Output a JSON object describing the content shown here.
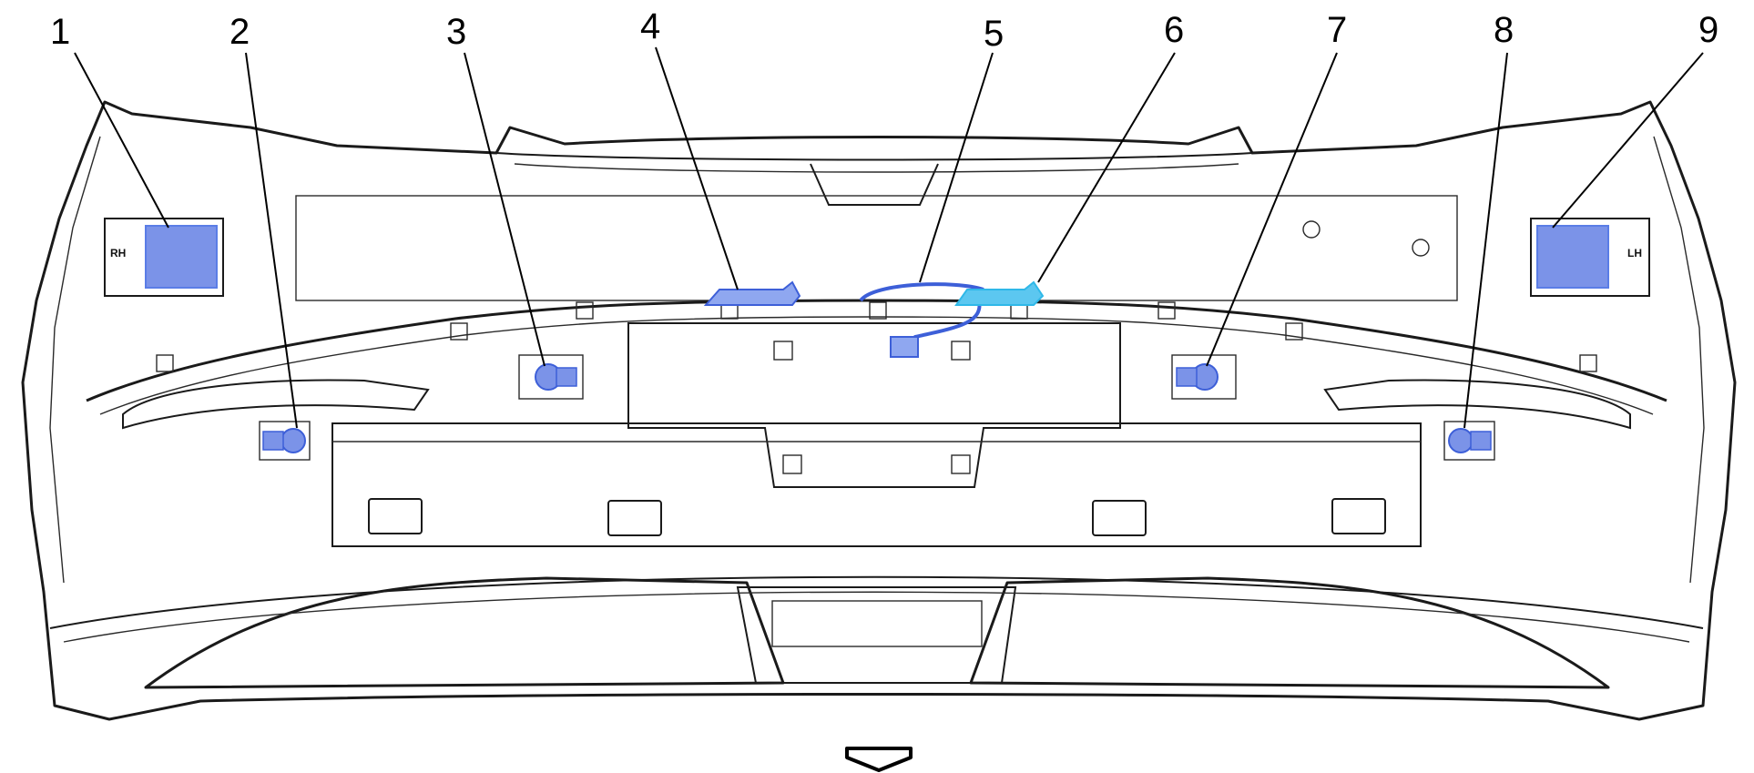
{
  "colors": {
    "bumper_fill": "#d8d5c2",
    "bumper_shade": "#cbc8b3",
    "outline": "#1a1a1a",
    "sensor_blue": "#5a7de6",
    "harness_cyan": "#2fb8e8",
    "background": "#ffffff"
  },
  "callouts": [
    {
      "number": "1"
    },
    {
      "number": "2"
    },
    {
      "number": "3"
    },
    {
      "number": "4"
    },
    {
      "number": "5"
    },
    {
      "number": "6"
    },
    {
      "number": "7"
    },
    {
      "number": "8"
    },
    {
      "number": "9"
    }
  ],
  "side_labels": {
    "right_side": "RH",
    "left_side": "LH"
  },
  "icons": {
    "direction": "forward-arrow-icon"
  }
}
